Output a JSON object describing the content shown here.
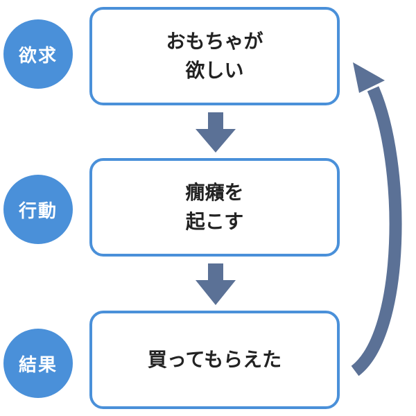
{
  "colors": {
    "accent_blue": "#4a90d9",
    "arrow_gray_blue": "#5b7196",
    "text_dark": "#222222",
    "background": "#ffffff"
  },
  "stages": [
    {
      "label": "欲求",
      "text_lines": [
        "おもちゃが",
        "欲しい"
      ]
    },
    {
      "label": "行動",
      "text_lines": [
        "癇癪を",
        "起こす"
      ]
    },
    {
      "label": "結果",
      "text_lines": [
        "買ってもらえた"
      ]
    }
  ],
  "icons": {
    "down_arrow": "down-arrow-icon",
    "loop_arrow": "loop-back-arrow-icon"
  }
}
